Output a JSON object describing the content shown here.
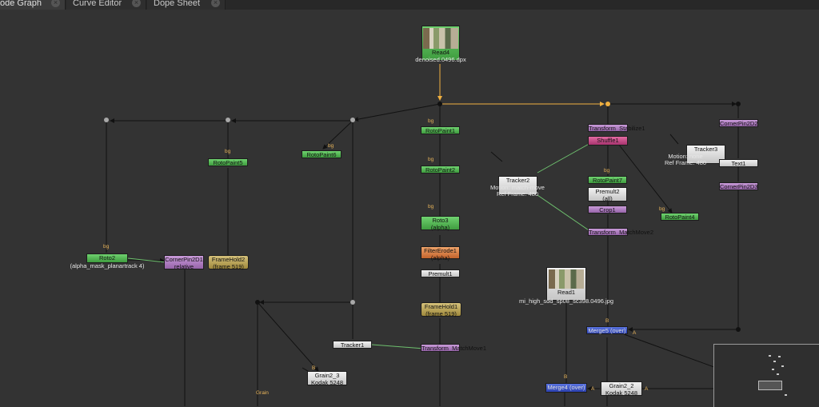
{
  "tabs": [
    {
      "label": "ode Graph",
      "close": "×"
    },
    {
      "label": "Curve Editor",
      "close": "×"
    },
    {
      "label": "Dope Sheet",
      "close": "×"
    }
  ],
  "nodes": {
    "read4": {
      "name": "Read4",
      "sub": "denoised.0496.dpx"
    },
    "rotopaint1": {
      "name": "RotoPaint1"
    },
    "rotopaint2": {
      "name": "RotoPaint2"
    },
    "roto3": {
      "name": "Roto3",
      "sub": "(alpha)"
    },
    "filtererode1": {
      "name": "FilterErode1",
      "sub": "(alpha)"
    },
    "premult1": {
      "name": "Premult1"
    },
    "framehold1": {
      "name": "FrameHold1",
      "sub": "(frame 519)"
    },
    "transform_matchmove1": {
      "name": "Transform_MatchMove1"
    },
    "tracker1": {
      "name": "Tracker1"
    },
    "grain2_3": {
      "name": "Grain2_3",
      "sub": "Kodak 5248"
    },
    "rotopaint5": {
      "name": "RotoPaint5"
    },
    "rotopaint6": {
      "name": "RotoPaint6"
    },
    "roto2": {
      "name": "Roto2",
      "sub": "(alpha_mask_planartrack 4)"
    },
    "cornerpin2d1": {
      "name": "CornerPin2D1",
      "sub": "relative"
    },
    "framehold2": {
      "name": "FrameHold2",
      "sub": "(frame 519)"
    },
    "tracker2": {
      "name": "Tracker2",
      "sub1": "Motion: match-move",
      "sub2": "Ref Frame: 480"
    },
    "transform_stabilize1": {
      "name": "Transform_Stabilize1"
    },
    "shuffle1": {
      "name": "Shuffle1"
    },
    "rotopaint7": {
      "name": "RotoPaint7"
    },
    "premult2": {
      "name": "Premult2",
      "sub": "(all)"
    },
    "crop1": {
      "name": "Crop1"
    },
    "transform_matchmove2": {
      "name": "Transform_MatchMove2"
    },
    "rotopaint4": {
      "name": "RotoPaint4"
    },
    "read1": {
      "name": "Read1",
      "sub": "mi_high_sdd_sp08_sc398.0496.jpg"
    },
    "merge5": {
      "name": "Merge5 (over)"
    },
    "merge4": {
      "name": "Merge4 (over)"
    },
    "grain2_2": {
      "name": "Grain2_2",
      "sub": "Kodak 5248"
    },
    "tracker3": {
      "name": "Tracker3",
      "sub1": "Motion: none",
      "sub2": "Ref Frame: 480"
    },
    "cornerpin2d2": {
      "name": "CornerPin2D2"
    },
    "text1": {
      "name": "Text1"
    },
    "cornerpin2d3": {
      "name": "CornerPin2D3"
    }
  },
  "port_labels": {
    "bg": "bg",
    "b": "B",
    "a": "A",
    "grain": "Grain"
  },
  "colors": {
    "background": "#333333",
    "pipe_main": "#f0b040",
    "pipe_default": "#111111",
    "pipe_tracker": "#6ec06e"
  }
}
